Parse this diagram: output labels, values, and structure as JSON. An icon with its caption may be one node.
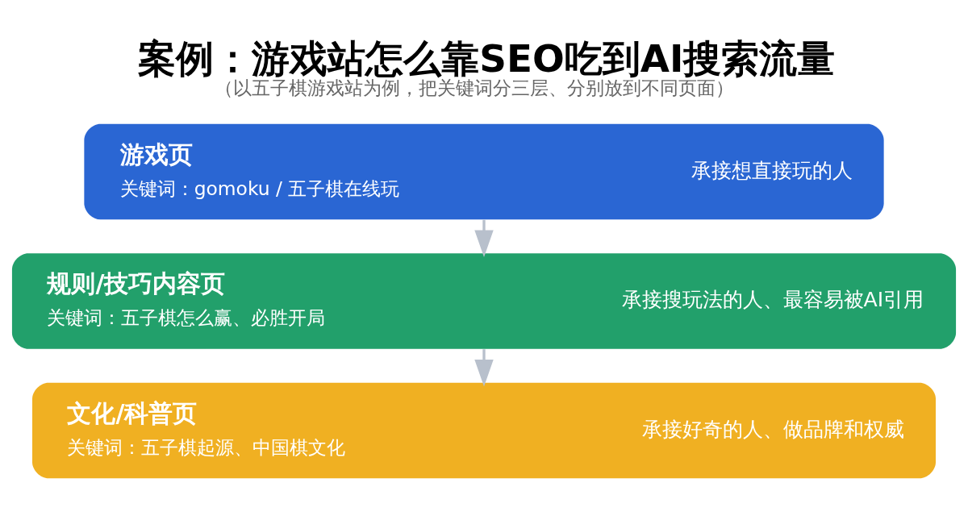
{
  "diagram": {
    "title": "案例：游戏站怎么靠SEO吃到AI搜索流量",
    "caption": "（以五子棋游戏站为例，把关键词分三层、分别放到不同页面）",
    "nodes": [
      {
        "text": [
          "游戏页",
          "关键词：gomoku / 五子棋在线玩",
          "承接想直接玩的人"
        ]
      },
      {
        "text": [
          "规则/技巧内容页",
          "关键词：五子棋怎么赢、必胜开局",
          "承接搜玩法的人、最容易被AI引用"
        ]
      },
      {
        "text": [
          "文化/科普页",
          "关键词：五子棋起源、中国棋文化",
          "承接好奇的人、做品牌和权威"
        ]
      }
    ],
    "edges": [
      {
        "from": 0,
        "to": 1,
        "arrow": "to"
      },
      {
        "from": 1,
        "to": 2,
        "arrow": "to"
      }
    ]
  }
}
